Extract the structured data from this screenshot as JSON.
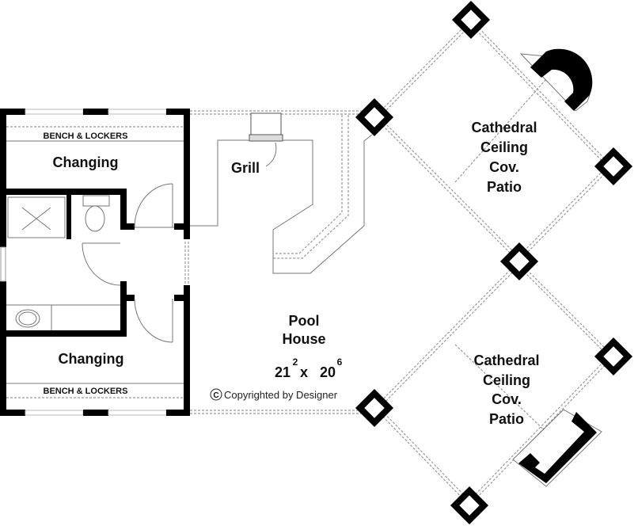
{
  "plan": {
    "rooms": {
      "changing_top": "Changing",
      "changing_bottom": "Changing",
      "bench_top": "BENCH & LOCKERS",
      "bench_bottom": "BENCH & LOCKERS",
      "grill": "Grill",
      "pool_house_line1": "Pool",
      "pool_house_line2": "House",
      "dim_w": "21",
      "dim_w_in": "2",
      "dim_x": "x",
      "dim_d": "20",
      "dim_d_in": "6",
      "patio_top": [
        "Cathedral",
        "Ceiling",
        "Cov.",
        "Patio"
      ],
      "patio_bottom": [
        "Cathedral",
        "Ceiling",
        "Cov.",
        "Patio"
      ]
    },
    "copyright_symbol": "C",
    "copyright": "Copyrighted by Designer"
  }
}
